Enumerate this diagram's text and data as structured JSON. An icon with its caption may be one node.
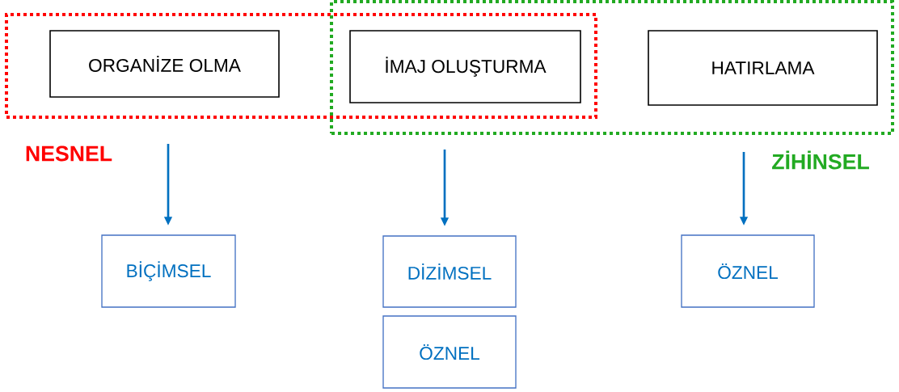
{
  "diagram": {
    "nodes": [
      {
        "text": [
          "NESNEL"
        ]
      },
      {
        "text": [
          "ZİHİNSEL"
        ]
      },
      {
        "text": [
          "ORGANİZE OLMA"
        ],
        "in": 0
      },
      {
        "text": [
          "İMAJ OLUŞTURMA"
        ]
      },
      {
        "text": [
          "HATIRLAMA"
        ],
        "in": 1
      },
      {
        "text": [
          "BİÇİMSEL"
        ]
      },
      {
        "text": [
          "DİZİMSEL"
        ]
      },
      {
        "text": [
          "ÖZNEL"
        ]
      },
      {
        "text": [
          "ÖZNEL"
        ]
      }
    ],
    "edges": [
      {
        "from": 2,
        "to": 5,
        "arrow": "to"
      },
      {
        "from": 3,
        "to": 6,
        "arrow": "to"
      },
      {
        "from": 4,
        "to": 8,
        "arrow": "to"
      }
    ]
  }
}
